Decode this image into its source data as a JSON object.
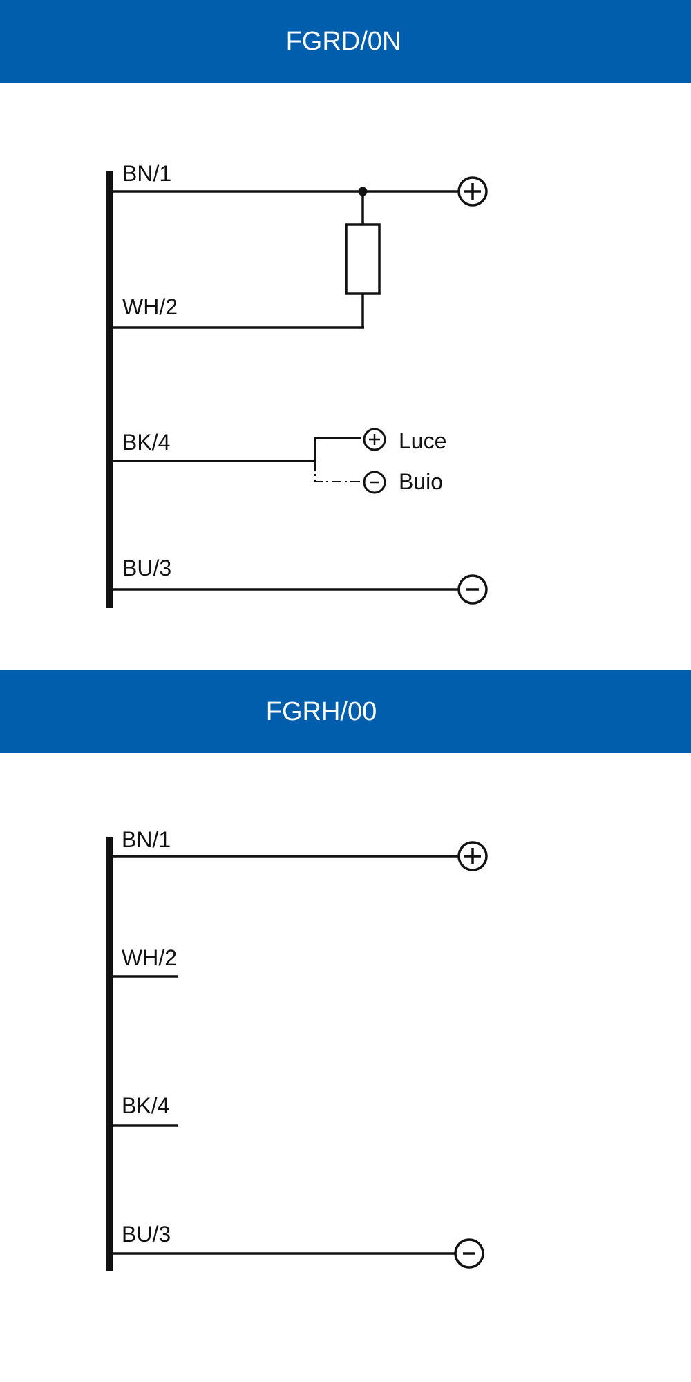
{
  "colors": {
    "header_bg": "#005eac",
    "header_text": "#ffffff",
    "line": "#111111"
  },
  "diagrams": [
    {
      "title": "FGRD/0N",
      "wires": {
        "bn": "BN/1",
        "wh": "WH/2",
        "bk": "BK/4",
        "bu": "BU/3"
      },
      "outputs": {
        "light": "Luce",
        "dark": "Buio"
      },
      "terminal_symbols": {
        "plus": "+",
        "minus": "-"
      }
    },
    {
      "title": "FGRH/00",
      "wires": {
        "bn": "BN/1",
        "wh": "WH/2",
        "bk": "BK/4",
        "bu": "BU/3"
      },
      "terminal_symbols": {
        "plus": "+",
        "minus": "-"
      }
    }
  ]
}
